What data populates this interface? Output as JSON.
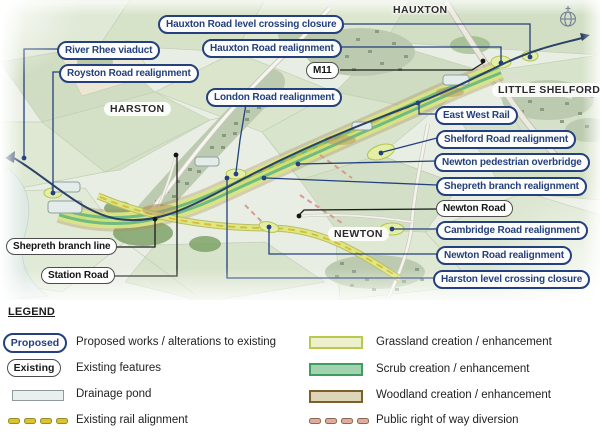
{
  "map": {
    "places": [
      {
        "name": "HAUXTON"
      },
      {
        "name": "HARSTON"
      },
      {
        "name": "LITTLE SHELFORD"
      },
      {
        "name": "NEWTON"
      }
    ],
    "callouts": [
      {
        "text": "Hauxton Road level crossing closure",
        "type": "proposed"
      },
      {
        "text": "River Rhee viaduct",
        "type": "proposed"
      },
      {
        "text": "Hauxton Road realignment",
        "type": "proposed"
      },
      {
        "text": "Royston Road realignment",
        "type": "proposed"
      },
      {
        "text": "M11",
        "type": "existing"
      },
      {
        "text": "London Road realignment",
        "type": "proposed"
      },
      {
        "text": "East West Rail",
        "type": "proposed"
      },
      {
        "text": "Shelford Road realignment",
        "type": "proposed"
      },
      {
        "text": "Newton pedestrian overbridge",
        "type": "proposed"
      },
      {
        "text": "Shepreth branch realignment",
        "type": "proposed"
      },
      {
        "text": "Newton Road",
        "type": "existing"
      },
      {
        "text": "Cambridge Road realignment",
        "type": "proposed"
      },
      {
        "text": "Newton Road realignment",
        "type": "proposed"
      },
      {
        "text": "Harston level crossing closure",
        "type": "proposed"
      },
      {
        "text": "Shepreth branch line",
        "type": "existing"
      },
      {
        "text": "Station Road",
        "type": "existing"
      }
    ],
    "icons": [
      {
        "name": "north-compass-icon"
      }
    ]
  },
  "legend": {
    "title": "LEGEND",
    "proposed_pill": "Proposed",
    "existing_pill": "Existing",
    "items_left": [
      {
        "swatch": "proposed-pill",
        "label": "Proposed works / alterations to existing"
      },
      {
        "swatch": "existing-pill",
        "label": "Existing features"
      },
      {
        "swatch": "drainage-pond",
        "label": "Drainage pond"
      },
      {
        "swatch": "yellow-dashes",
        "label": "Existing rail alignment"
      }
    ],
    "items_right": [
      {
        "swatch": "grassland",
        "label": "Grassland creation / enhancement"
      },
      {
        "swatch": "scrub",
        "label": "Scrub creation / enhancement"
      },
      {
        "swatch": "woodland",
        "label": "Woodland creation / enhancement"
      },
      {
        "swatch": "pink-dashes",
        "label": "Public right of way diversion"
      }
    ]
  },
  "colors": {
    "proposed_blue": "#24407e",
    "leader_black": "#1c1c1c",
    "rail_navy": "#2c4166",
    "grassland_fill": "#ecf0cd",
    "grassland_border": "#b9c94e",
    "scrub_fill": "#a3d3ae",
    "scrub_border": "#3f9d5f",
    "woodland_fill": "#dcd5b8",
    "woodland_border": "#7b5f2c",
    "drainage_fill": "#e9efee",
    "drainage_border": "#8e999b",
    "existing_rail_yellow": "#e0c231",
    "prow_pink": "#e2aa9e"
  }
}
